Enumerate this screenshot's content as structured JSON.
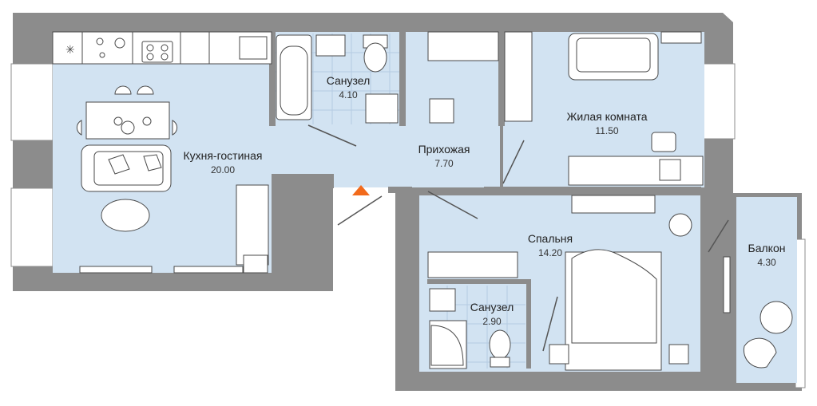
{
  "colors": {
    "wall": "#8c8c8c",
    "floor": "#d2e3f2",
    "tile": "#c4d8ec",
    "furniture": "#ffffff",
    "furniture_stroke": "#4a4a4a",
    "entrance_marker": "#f26a1b"
  },
  "rooms": [
    {
      "key": "kitchen",
      "name": "Кухня-гостиная",
      "area": "20.00"
    },
    {
      "key": "bath1",
      "name": "Санузел",
      "area": "4.10"
    },
    {
      "key": "hall",
      "name": "Прихожая",
      "area": "7.70"
    },
    {
      "key": "living",
      "name": "Жилая комната",
      "area": "11.50"
    },
    {
      "key": "bedroom",
      "name": "Спальня",
      "area": "14.20"
    },
    {
      "key": "bath2",
      "name": "Санузел",
      "area": "2.90"
    },
    {
      "key": "balcony",
      "name": "Балкон",
      "area": "4.30"
    }
  ],
  "entrance_icon": "triangle-up-icon"
}
